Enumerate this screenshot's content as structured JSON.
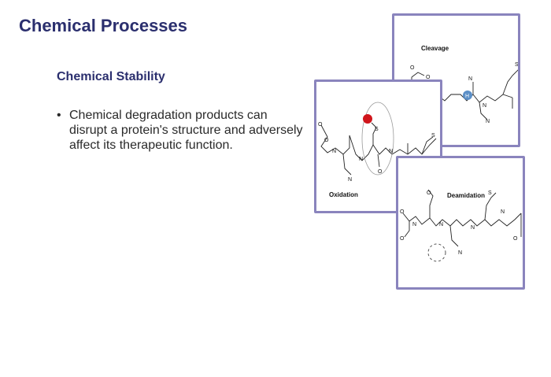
{
  "slide": {
    "title": "Chemical Processes",
    "subtitle": "Chemical Stability",
    "bullet_symbol": "•",
    "bullet_text": "Chemical degradation products can disrupt a protein's structure and adversely affect its therapeutic function."
  },
  "cards": {
    "cleavage": {
      "label": "Cleavage",
      "atoms": {
        "o1": "O",
        "o2": "O",
        "n1": "N",
        "n2": "N",
        "h": "H",
        "s": "S",
        "nh2": "N"
      }
    },
    "oxidation": {
      "label": "Oxidation",
      "atoms": {
        "o1": "O",
        "o2": "O",
        "o3": "O",
        "n1": "N",
        "n2": "N",
        "n3": "N",
        "s1": "S",
        "s2": "S",
        "nh2": "N"
      }
    },
    "deamidation": {
      "label": "Deamidation",
      "atoms": {
        "o1": "O",
        "o2": "O",
        "o3": "O",
        "o4": "O",
        "n1": "N",
        "n2": "N",
        "n3": "N",
        "n4": "N",
        "s": "S",
        "nh2": "N"
      }
    }
  },
  "colors": {
    "title": "#2b2f6e",
    "card_border": "#8a84bd",
    "oxidation_marker": "#d0151b",
    "hydrogen_marker": "#5b8fc7"
  }
}
